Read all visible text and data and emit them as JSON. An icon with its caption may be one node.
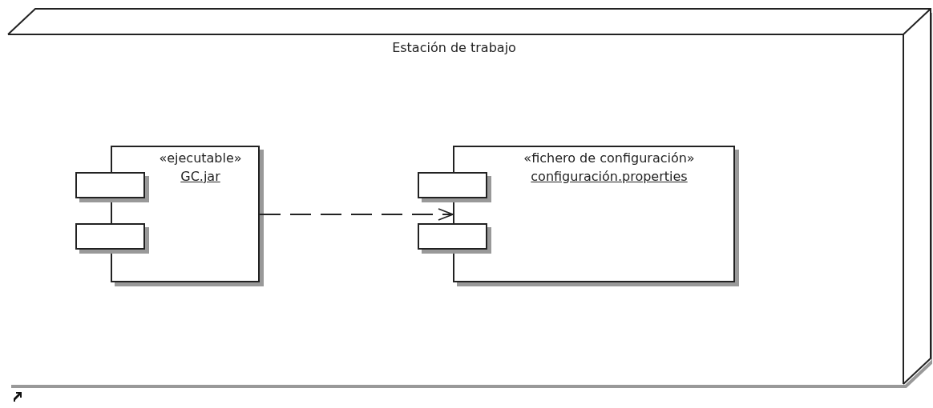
{
  "diagram": {
    "nodes": [
      {
        "text": [
          "Estación de trabajo"
        ]
      },
      {
        "text": [
          "«ejecutable»",
          "GC.jar"
        ],
        "in": 0
      },
      {
        "text": [
          "«fichero de configuración»",
          "configuración.properties"
        ],
        "in": 0
      }
    ],
    "edges": [
      {
        "from": 1,
        "to": 2,
        "arrow": "to",
        "style": "dashed"
      }
    ]
  }
}
